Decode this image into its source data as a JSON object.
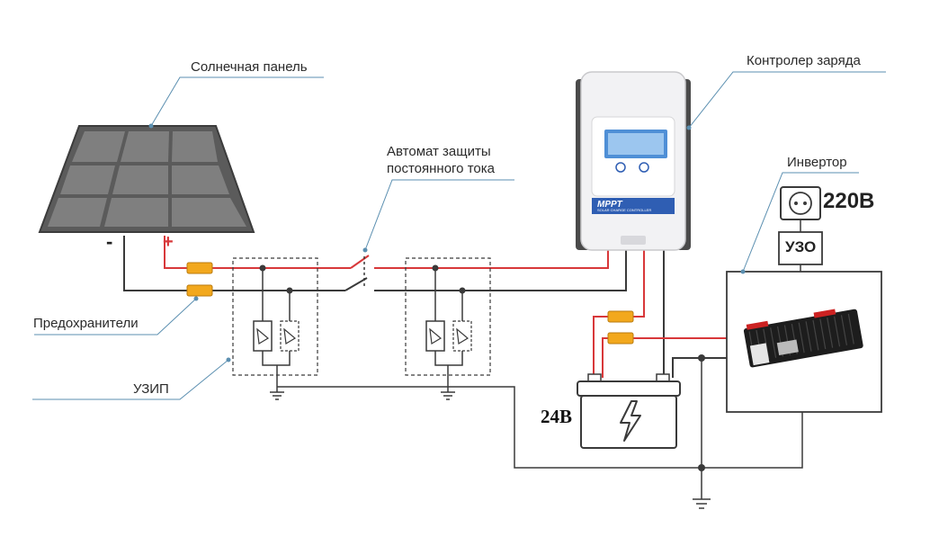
{
  "labels": {
    "solar_panel": "Солнечная панель",
    "charge_controller": "Контролер заряда",
    "dc_breaker_line1": "Автомат защиты",
    "dc_breaker_line2": "постоянного тока",
    "inverter": "Инвертор",
    "fuses": "Предохранители",
    "spd": "УЗИП",
    "battery_voltage": "24В",
    "ac_voltage": "220В",
    "rcd": "УЗО",
    "plus_sign": "+",
    "minus_sign": "-",
    "controller_brand": "MPPT",
    "controller_subtitle": "SOLAR CHARGE CONTROLLER"
  },
  "colors": {
    "positive_wire": "#d8383a",
    "negative_wire": "#3a3a3a",
    "fuse": "#f2a81d",
    "leader_line": "#5b8fb0",
    "controller_accent": "#2f5eb3"
  }
}
